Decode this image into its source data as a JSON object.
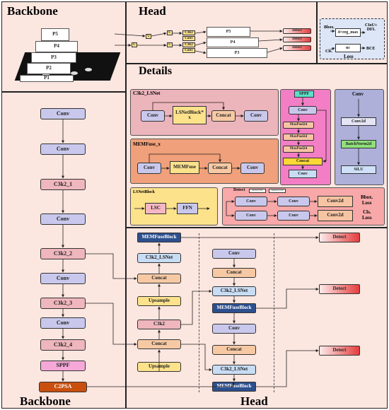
{
  "sections": {
    "backbone_top": "Backbone",
    "head_top": "Head",
    "details": "Details",
    "backbone_bottom": "Backbone",
    "head_bottom": "Head"
  },
  "pyramid": {
    "levels": [
      "P5",
      "P4",
      "P3",
      "P2",
      "P1"
    ]
  },
  "mini_head": {
    "c_label": "C",
    "u_label": "U",
    "c3k2": "C3k2",
    "conv": "Conv",
    "outputs": [
      "P5",
      "P4",
      "P3"
    ],
    "detect": "Detect"
  },
  "loss_box": {
    "bbox": "Bbox.",
    "reg": "4×reg_max",
    "cls": "Cls.",
    "nc": "nc",
    "ciou": "CIoU+\nDFL",
    "bce": "BCE",
    "loss": "Loss"
  },
  "details": {
    "c3k2_lsnet": {
      "title": "C3k2_LSNet",
      "conv_a": "Conv",
      "block": "LSNetBlock*\nx",
      "concat": "Concat",
      "conv_b": "Conv"
    },
    "memfuse_x": {
      "title": "MEMFuse_x",
      "conv_a": "Conv",
      "mem": "MEMFuse",
      "concat": "Concat",
      "conv_b": "Conv"
    },
    "lsnetblock": {
      "title": "LSNetBlock",
      "lsc": "LSC",
      "ffn": "FFN"
    },
    "sppf": {
      "title": "SPPF",
      "conv_a": "Conv",
      "maxpool": [
        "MaxPool2d",
        "MaxPool2d",
        "MaxPool2d"
      ],
      "concat": "Concat",
      "conv_b": "Conv"
    },
    "conv": {
      "title": "Conv",
      "conv2d": "Conv2d",
      "bn": "BatchNorm2d",
      "act": "SiLU"
    },
    "detect": {
      "title": "Detect",
      "tag1": "Anchor-Free",
      "tag2": "Adaptive Unit",
      "conv": "Conv",
      "conv2d": "Conv2d",
      "out1": "Bbox.\nLoss",
      "out2": "Cls.\nLoss"
    }
  },
  "backbone": [
    "Conv",
    "Conv",
    "C3k2_1",
    "Conv",
    "C3k2_2",
    "Conv",
    "C3k2_3",
    "Conv",
    "C3k2_4",
    "SPPF",
    "C2PSA"
  ],
  "neck_left": [
    "MEMFuseBlock",
    "C3k2_LSNet",
    "Concat",
    "Upsample",
    "C3k2",
    "Concat",
    "Upsample"
  ],
  "neck_right": [
    "Conv",
    "Concat",
    "C3k2_LSNet",
    "MEMFuseBlock",
    "Conv",
    "Concat",
    "C3k2_LSNet",
    "MEMFuseBlock"
  ],
  "detects": [
    "Detect",
    "Detect",
    "Detect"
  ],
  "colors": {
    "panel_bg": "#fce6e0",
    "conv": "#c9c8ec",
    "c3k2": "#efb6bd",
    "concat": "#f6c9a4",
    "upsample": "#fde28c",
    "lsnet": "#c8dcf4",
    "memfuse": "#2d4f8e",
    "sppf": "#f5a8d8",
    "c2psa": "#c94f0e",
    "detect": "#e43d3d"
  }
}
